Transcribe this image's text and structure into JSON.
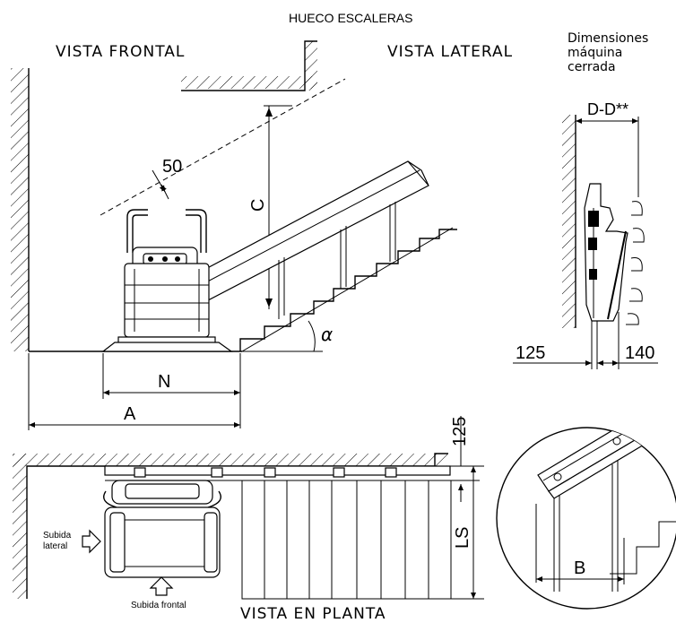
{
  "titles": {
    "stairwell": "HUECO ESCALERAS",
    "front_view": "VISTA FRONTAL",
    "side_view": "VISTA LATERAL",
    "closed_dims_line1": "Dimensiones",
    "closed_dims_line2": "máquina",
    "closed_dims_line3": "cerrada",
    "plan_view": "VISTA EN PLANTA"
  },
  "dimensions": {
    "clearance_50": "50",
    "height_C": "C",
    "width_N": "N",
    "width_A": "A",
    "angle_alpha": "α",
    "depth_DD": "D-D**",
    "wall_125": "125",
    "rail_140": "140",
    "plan_125": "125",
    "length_LS": "LS",
    "detail_B": "B"
  },
  "labels": {
    "side_entry_line1": "Subida",
    "side_entry_line2": "lateral",
    "front_entry": "Subida frontal"
  }
}
